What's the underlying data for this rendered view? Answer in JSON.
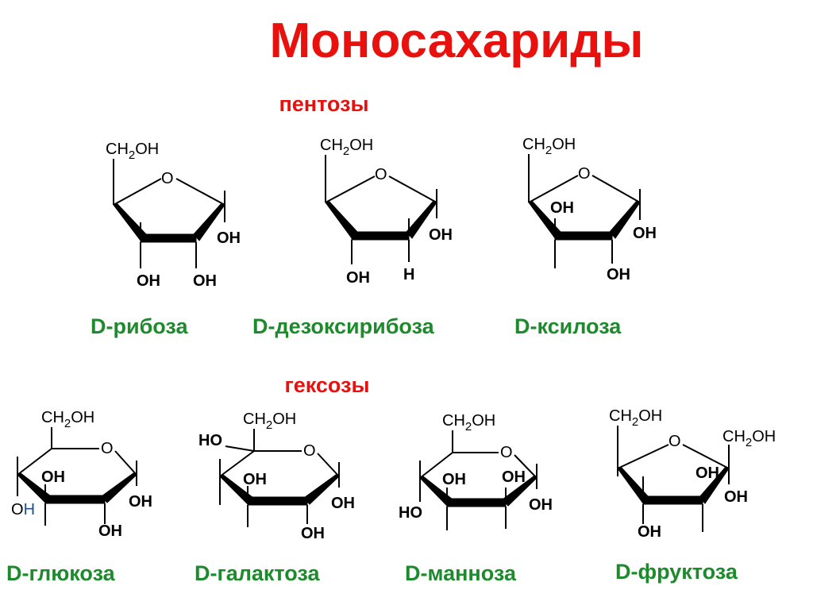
{
  "title": "Моносахариды",
  "sections": {
    "pentoses": "пентозы",
    "hexoses": "гексозы"
  },
  "groups": {
    "ch2oh": "CH",
    "sub2": "2",
    "oh": "OH",
    "ho": "HO",
    "o": "O",
    "h": "H"
  },
  "names": {
    "ribose": "D-рибоза",
    "deoxyribose": "D-дезоксирибоза",
    "xylose": "D-ксилоза",
    "glucose": "D-глюкоза",
    "galactose": "D-галактоза",
    "mannose": "D-манноза",
    "fructose": "D-фруктоза"
  },
  "colors": {
    "title": "#e8110e",
    "names": "#1d8a2c",
    "bonds": "#000000",
    "glucose_h": "#1f4e8c"
  }
}
